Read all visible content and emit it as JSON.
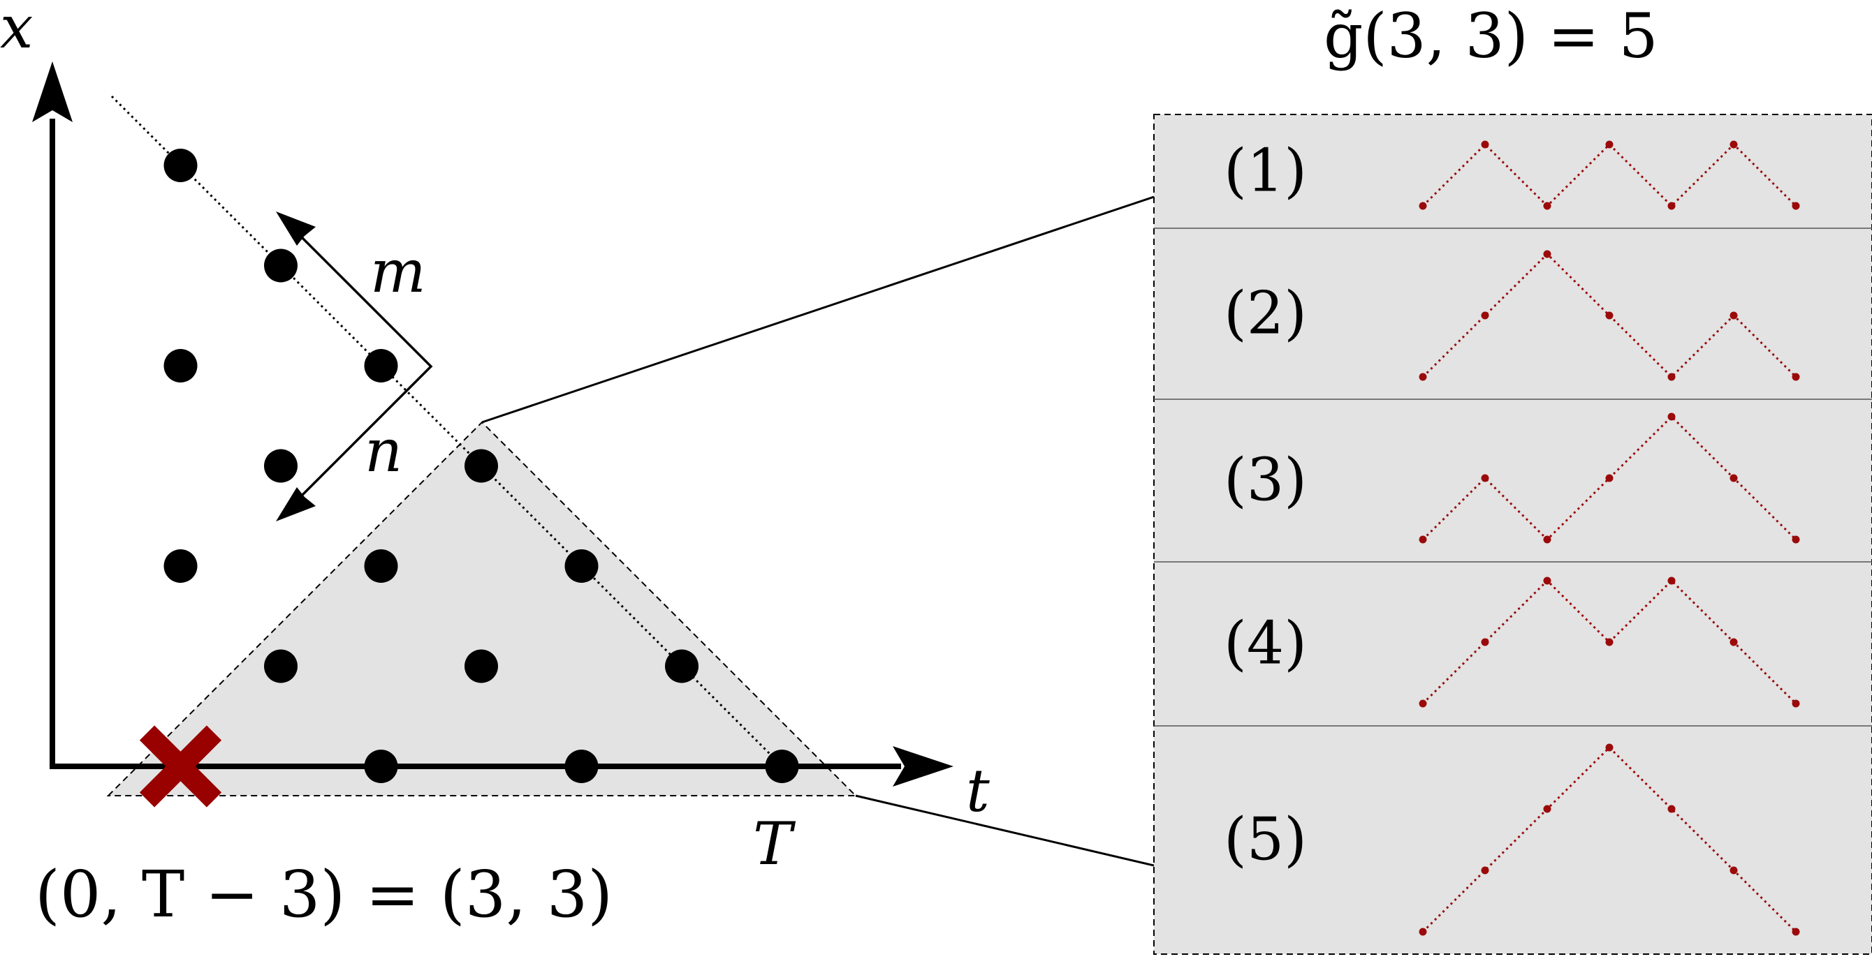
{
  "colors": {
    "ink": "#000000",
    "shade": "#e3e3e3",
    "path": "#9b0a0a",
    "cross": "#990000"
  },
  "labels": {
    "x_axis": "x",
    "t_axis": "t",
    "m_arrow": "m",
    "n_arrow": "n",
    "T_mark": "T",
    "origin_note": "(0, T − 3) = (3, 3)",
    "count_title": "g̃(3, 3) = 5"
  },
  "lattice": {
    "points": [
      [
        1,
        6
      ],
      [
        2,
        5
      ],
      [
        3,
        4
      ],
      [
        1,
        4
      ],
      [
        2,
        3
      ],
      [
        4,
        3
      ],
      [
        1,
        2
      ],
      [
        3,
        2
      ],
      [
        5,
        2
      ],
      [
        2,
        1
      ],
      [
        4,
        1
      ],
      [
        6,
        1
      ],
      [
        3,
        0
      ],
      [
        5,
        0
      ],
      [
        7,
        0
      ]
    ],
    "cross": [
      1,
      0
    ]
  },
  "panel": {
    "rows": [
      {
        "label": "(1)",
        "steps": [
          1,
          -1,
          1,
          -1,
          1,
          -1
        ]
      },
      {
        "label": "(2)",
        "steps": [
          1,
          1,
          -1,
          -1,
          1,
          -1
        ]
      },
      {
        "label": "(3)",
        "steps": [
          1,
          -1,
          1,
          1,
          -1,
          -1
        ]
      },
      {
        "label": "(4)",
        "steps": [
          1,
          1,
          -1,
          1,
          -1,
          -1
        ]
      },
      {
        "label": "(5)",
        "steps": [
          1,
          1,
          1,
          -1,
          -1,
          -1
        ]
      }
    ]
  }
}
